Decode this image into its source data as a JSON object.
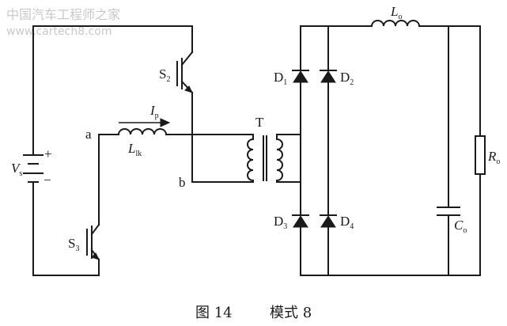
{
  "watermark": {
    "line1": "中国汽车工程师之家",
    "line2": "www.cartech8.com"
  },
  "labels": {
    "node_a": "a",
    "node_b": "b",
    "transformer": "T",
    "vs_main": "V",
    "vs_sub": "s",
    "plus": "+",
    "minus": "−",
    "s2_main": "S",
    "s2_sub": "2",
    "s3_main": "S",
    "s3_sub": "3",
    "ip_main": "I",
    "ip_sub": "p",
    "llk_main": "L",
    "llk_sub": "lk",
    "lo_main": "L",
    "lo_sub": "o",
    "co_main": "C",
    "co_sub": "o",
    "ro_main": "R",
    "ro_sub": "o",
    "d1_main": "D",
    "d1_sub": "1",
    "d2_main": "D",
    "d2_sub": "2",
    "d3_main": "D",
    "d3_sub": "3",
    "d4_main": "D",
    "d4_sub": "4"
  },
  "caption": {
    "figure": "图 14",
    "title": "模式 8"
  }
}
